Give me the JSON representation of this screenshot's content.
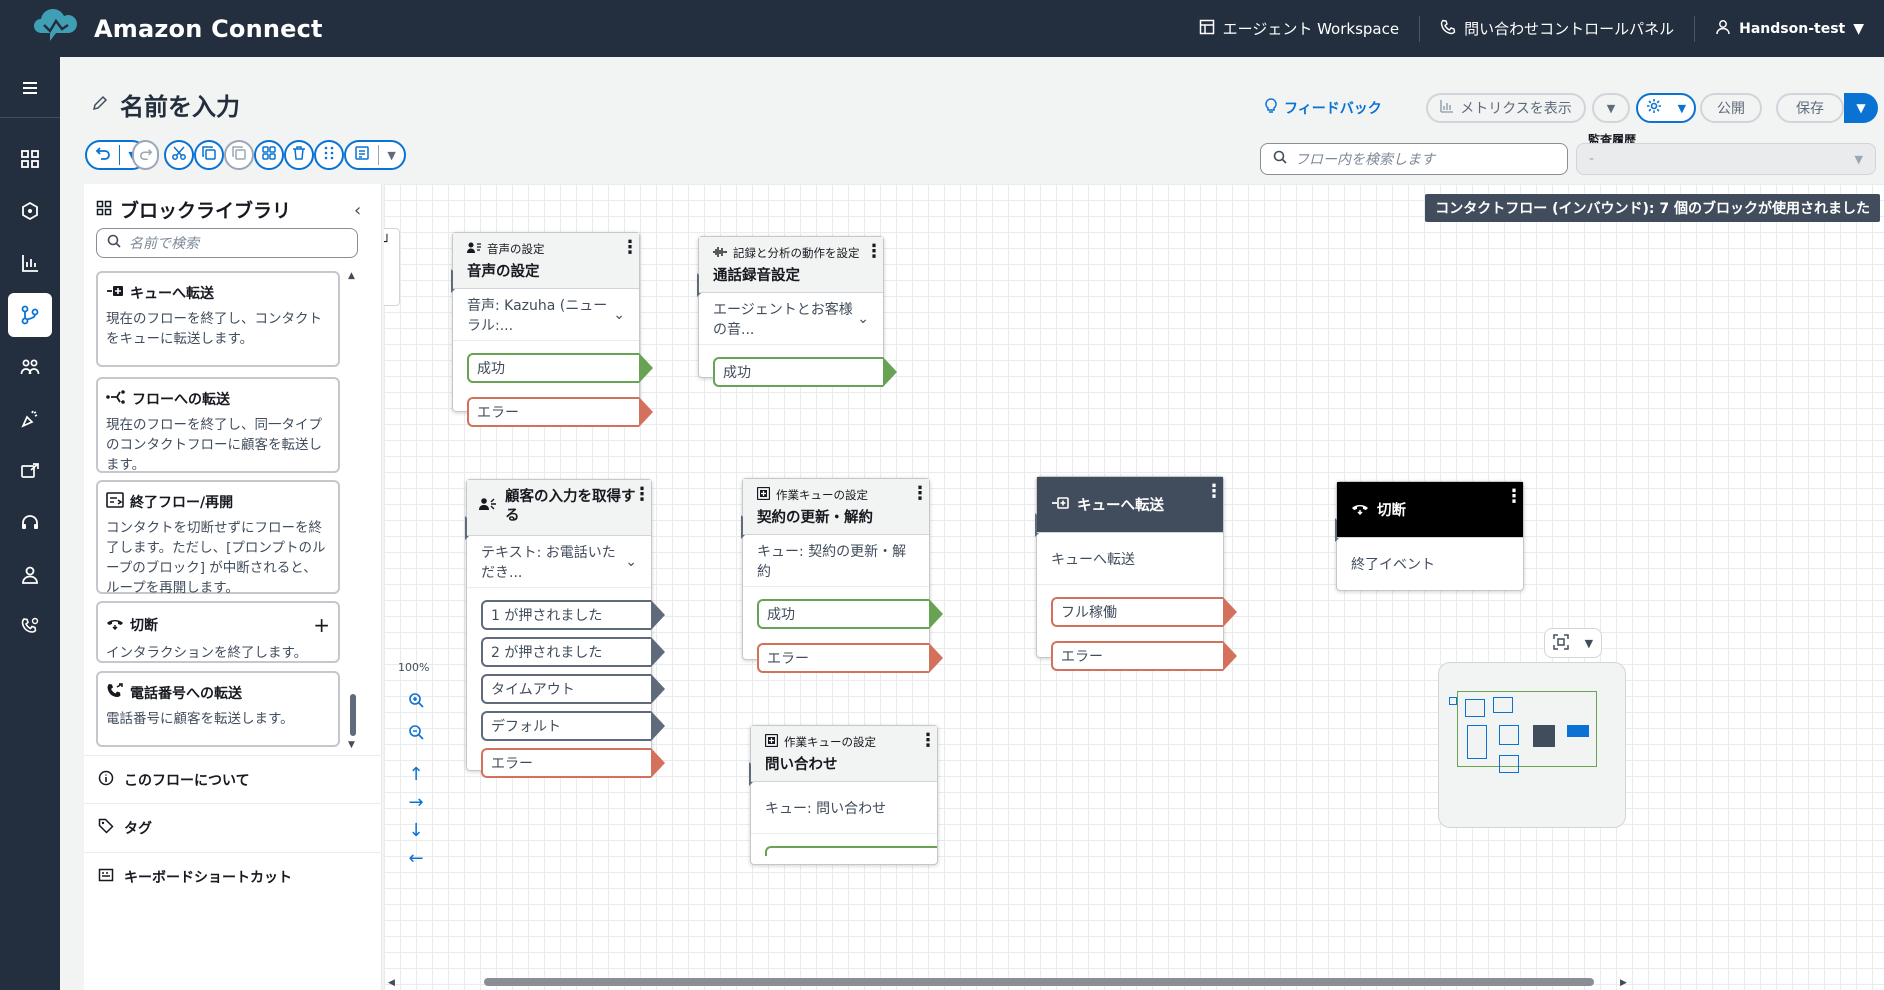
{
  "header": {
    "brand": "Amazon Connect",
    "nav": [
      {
        "label": "エージェント Workspace"
      },
      {
        "label": "問い合わせコントロールパネル"
      },
      {
        "label": "Handson-test"
      }
    ]
  },
  "page": {
    "title": "名前を入力",
    "feedback": "フィードバック",
    "metrics": "メトリクスを表示",
    "publish": "公開",
    "save": "保存",
    "search_placeholder": "フロー内を検索します",
    "audit_label": "監査履歴",
    "audit_value": "-",
    "usage_info": "コンタクトフロー (インバウンド): 7 個のブロックが使用されました",
    "zoom": "100%"
  },
  "library": {
    "title": "ブロックライブラリ",
    "search_placeholder": "名前で検索",
    "cards": [
      {
        "title": "キューへ転送",
        "desc": "現在のフローを終了し、コンタクトをキューに転送します。"
      },
      {
        "title": "フローへの転送",
        "desc": "現在のフローを終了し、同一タイプのコンタクトフローに顧客を転送します。"
      },
      {
        "title": "終了フロー/再開",
        "desc": "コンタクトを切断せずにフローを終了します。ただし、[プロンプトのループのブロック] が中断されると、ループを再開します。"
      },
      {
        "title": "切断",
        "desc": "インタラクションを終了します。"
      },
      {
        "title": "電話番号への転送",
        "desc": "電話番号に顧客を転送します。"
      }
    ],
    "footer": [
      {
        "label": "このフローについて"
      },
      {
        "label": "タグ"
      },
      {
        "label": "キーボードショートカット"
      }
    ]
  },
  "nodes": {
    "voice": {
      "category": "音声の設定",
      "title": "音声の設定",
      "body": "音声: Kazuha (ニューラル:...",
      "outputs": [
        "成功",
        "エラー"
      ]
    },
    "recording": {
      "category": "記録と分析の動作を設定",
      "title": "通話録音設定",
      "body": "エージェントとお客様の音...",
      "outputs": [
        "成功"
      ]
    },
    "input": {
      "title": "顧客の入力を取得する",
      "body": "テキスト: お電話いただき...",
      "outputs": [
        "1 が押されました",
        "2 が押されました",
        "タイムアウト",
        "デフォルト",
        "エラー"
      ]
    },
    "queue1": {
      "category": "作業キューの設定",
      "title": "契約の更新・解約",
      "body": "キュー: 契約の更新・解約",
      "outputs": [
        "成功",
        "エラー"
      ]
    },
    "transfer": {
      "title": "キューへ転送",
      "body": "キューへ転送",
      "outputs": [
        "フル稼働",
        "エラー"
      ]
    },
    "disconnect": {
      "title": "切断",
      "body": "終了イベント"
    },
    "queue2": {
      "category": "作業キューの設定",
      "title": "問い合わせ",
      "body": "キュー: 問い合わせ"
    }
  }
}
